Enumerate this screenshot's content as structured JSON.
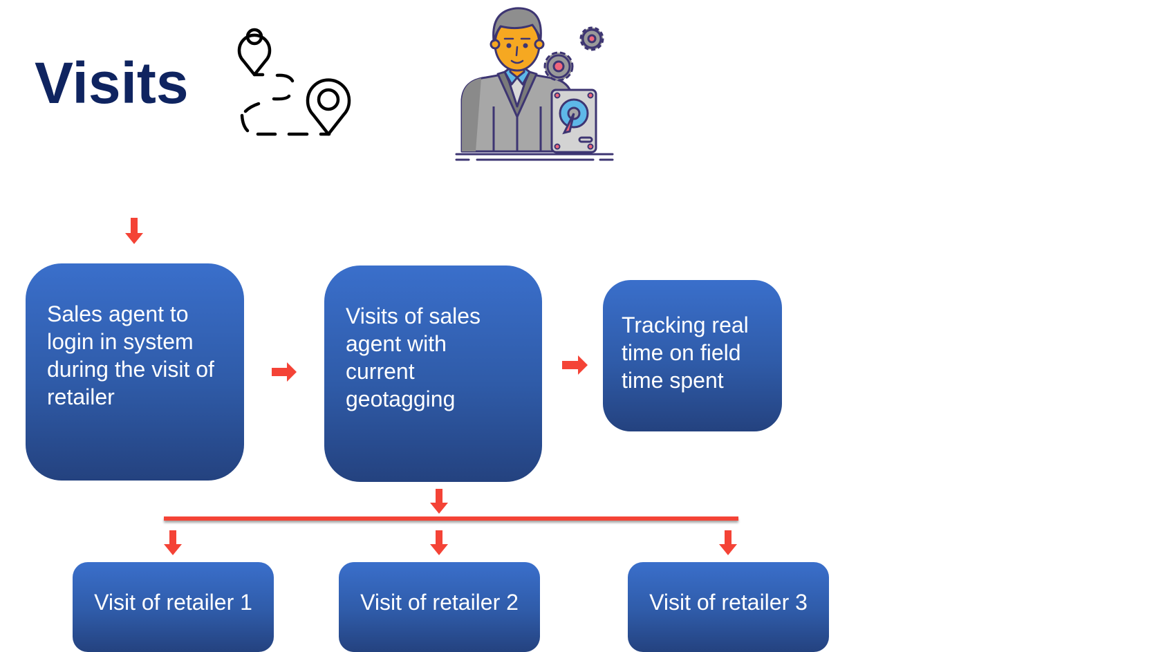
{
  "title": "Visits",
  "icons": {
    "route": "route-map-pins-icon",
    "agent": "sales-agent-with-gears-and-hard-drive-icon",
    "arrow": "red-arrow-icon"
  },
  "colors": {
    "title": "#0f2460",
    "box_top": "#3a6fcb",
    "box_bottom": "#24427f",
    "arrow": "#f44336",
    "box_text": "#ffffff"
  },
  "flow": {
    "steps": [
      {
        "label": "Sales agent to\nlogin in system\nduring the visit of\nretailer"
      },
      {
        "label": "Visits of sales\nagent with\ncurrent\ngeotagging"
      },
      {
        "label": "Tracking real\ntime on field\ntime spent"
      }
    ],
    "retailers": [
      {
        "label": "Visit of retailer  1"
      },
      {
        "label": "Visit of retailer  2"
      },
      {
        "label": "Visit of retailer  3"
      }
    ]
  }
}
